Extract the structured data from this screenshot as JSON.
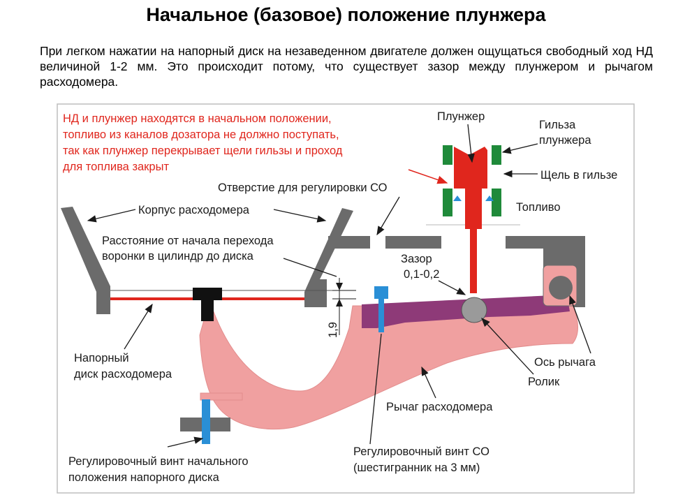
{
  "title": "Начальное (базовое) положение плунжера",
  "intro": "При легком нажатии на напорный диск на незаведенном двигателе должен ощущаться свободный ход НД величиной 1-2 мм. Это происходит потому, что существует зазор между плунжером и рычагом расходомера.",
  "diagram": {
    "red_note": [
      "НД и плунжер находятся в начальном положении,",
      "топливо из каналов дозатора не должно поступать,",
      "так как плунжер перекрывает щели гильзы и проход",
      "для топлива закрыт"
    ],
    "labels": {
      "plunger": "Плунжер",
      "sleeve_line1": "Гильза",
      "sleeve_line2": "плунжера",
      "slot": "Щель в гильзе",
      "fuel": "Топливо",
      "co_hole": "Отверстие для регулировки СО",
      "housing": "Корпус расходомера",
      "distance_line1": "Расстояние от начала перехода",
      "distance_line2": "воронки в цилиндр до диска",
      "dimension": "1,9",
      "gap_line1": "Зазор",
      "gap_line2": "0,1-0,2",
      "disc_line1": "Напорный",
      "disc_line2": "диск расходомера",
      "lever_axis": "Ось рычага",
      "roller": "Ролик",
      "lever": "Рычаг расходомера",
      "co_screw_line1": "Регулировочный винт СО",
      "co_screw_line2": "(шестигранник на 3 мм)",
      "init_screw_line1": "Регулировочный винт начального",
      "init_screw_line2": "положения напорного диска"
    },
    "colors": {
      "plunger": "#e0261d",
      "sleeve": "#1f8a3a",
      "lever": "#f0a0a0",
      "lever_arm": "#8e3a78",
      "housing": "#6b6b6b",
      "screw": "#2a8fd6",
      "note": "#e0261d"
    }
  }
}
